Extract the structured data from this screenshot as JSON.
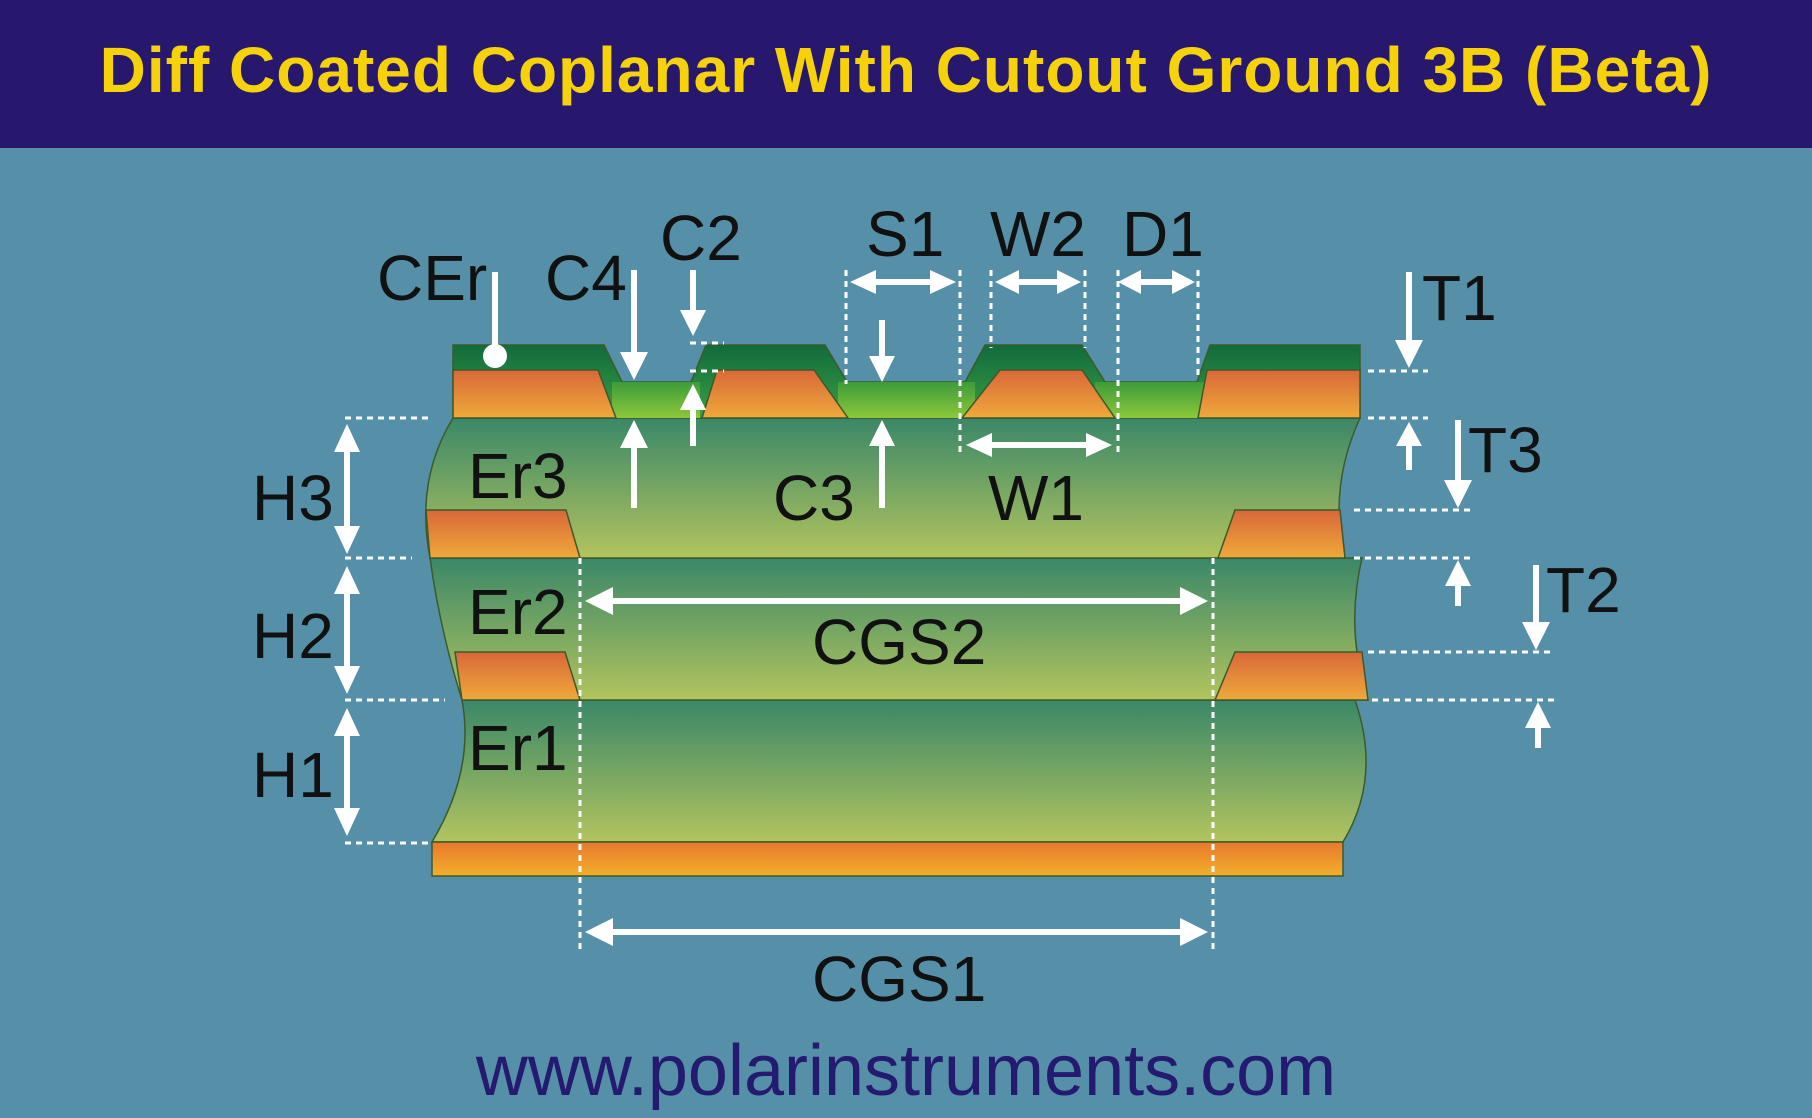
{
  "title": "Diff Coated Coplanar With Cutout Ground 3B (Beta)",
  "website": "www.polarinstruments.com",
  "colors": {
    "banner": "#27186e",
    "background": "#5590a8",
    "title_text": "#f5d20a",
    "url_text": "#241a70",
    "copper": "#e07a32",
    "dielectric": "#3f8c66",
    "coating": "#1f8a3a"
  },
  "labels": {
    "cer": "CEr",
    "c4": "C4",
    "c2": "C2",
    "s1": "S1",
    "w2": "W2",
    "d1": "D1",
    "t1": "T1",
    "t3": "T3",
    "t2": "T2",
    "h3": "H3",
    "h2": "H2",
    "h1": "H1",
    "er3": "Er3",
    "er2": "Er2",
    "er1": "Er1",
    "c3": "C3",
    "w1": "W1",
    "cgs2": "CGS2",
    "cgs1": "CGS1"
  }
}
